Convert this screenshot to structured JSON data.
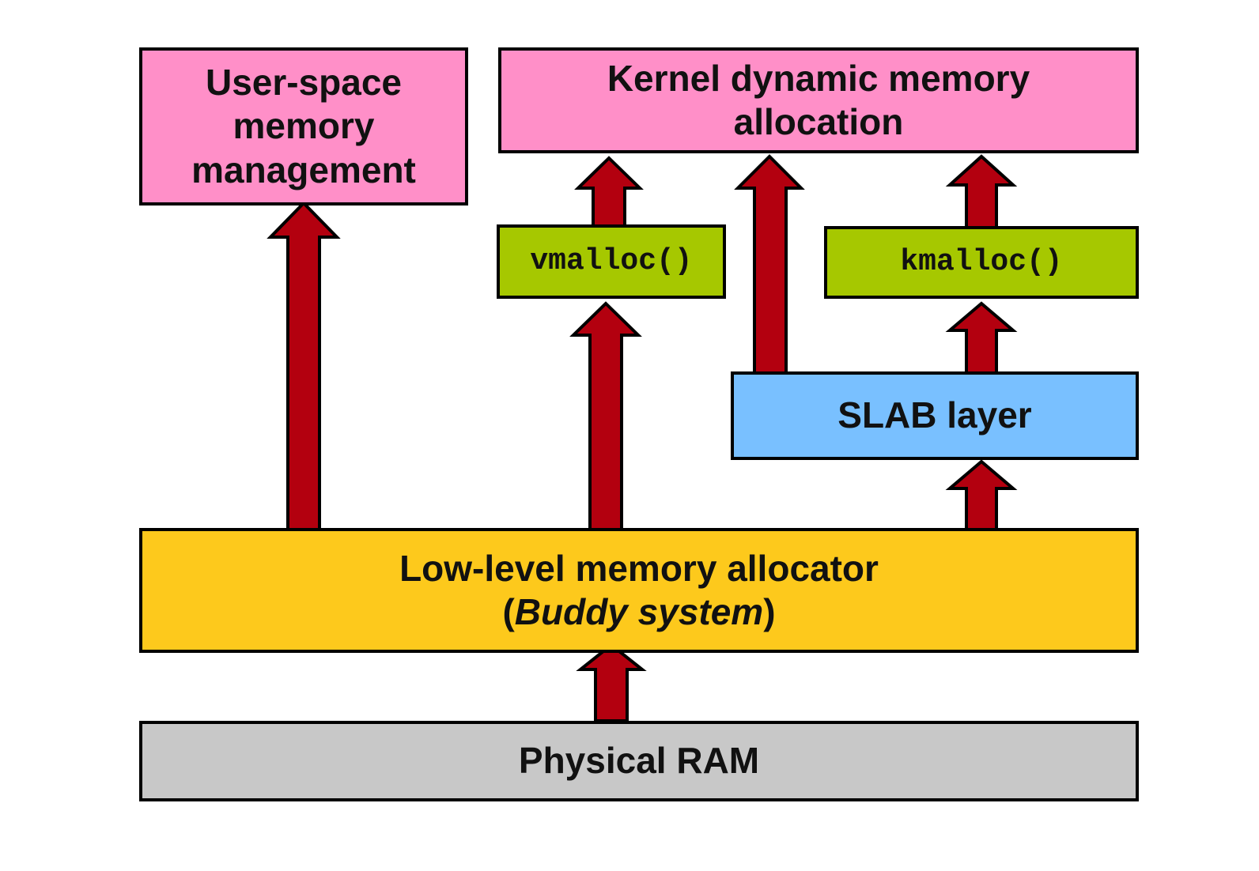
{
  "colors": {
    "user_space": "#ff8fc8",
    "kernel": "#ff8fc8",
    "function_box": "#a6c800",
    "slab": "#79c0ff",
    "buddy": "#fdc91c",
    "ram": "#c8c8c8",
    "arrow": "#b3000f"
  },
  "boxes": {
    "user_space": {
      "lines": [
        "User-space",
        "memory",
        "management"
      ]
    },
    "kernel": {
      "lines": [
        "Kernel dynamic memory",
        "allocation"
      ]
    },
    "vmalloc": {
      "label": "vmalloc()"
    },
    "kmalloc": {
      "label": "kmalloc()"
    },
    "slab": {
      "label": "SLAB layer"
    },
    "buddy": {
      "line1": "Low-level memory allocator",
      "line2_open": "(",
      "line2_italic": "Buddy system",
      "line2_close": ")"
    },
    "ram": {
      "label": "Physical RAM"
    }
  },
  "edges": [
    {
      "from": "ram",
      "to": "buddy"
    },
    {
      "from": "buddy",
      "to": "user_space"
    },
    {
      "from": "buddy",
      "to": "vmalloc"
    },
    {
      "from": "buddy",
      "to": "slab"
    },
    {
      "from": "vmalloc",
      "to": "kernel"
    },
    {
      "from": "slab",
      "to": "kernel"
    },
    {
      "from": "slab",
      "to": "kmalloc"
    },
    {
      "from": "kmalloc",
      "to": "kernel"
    }
  ]
}
